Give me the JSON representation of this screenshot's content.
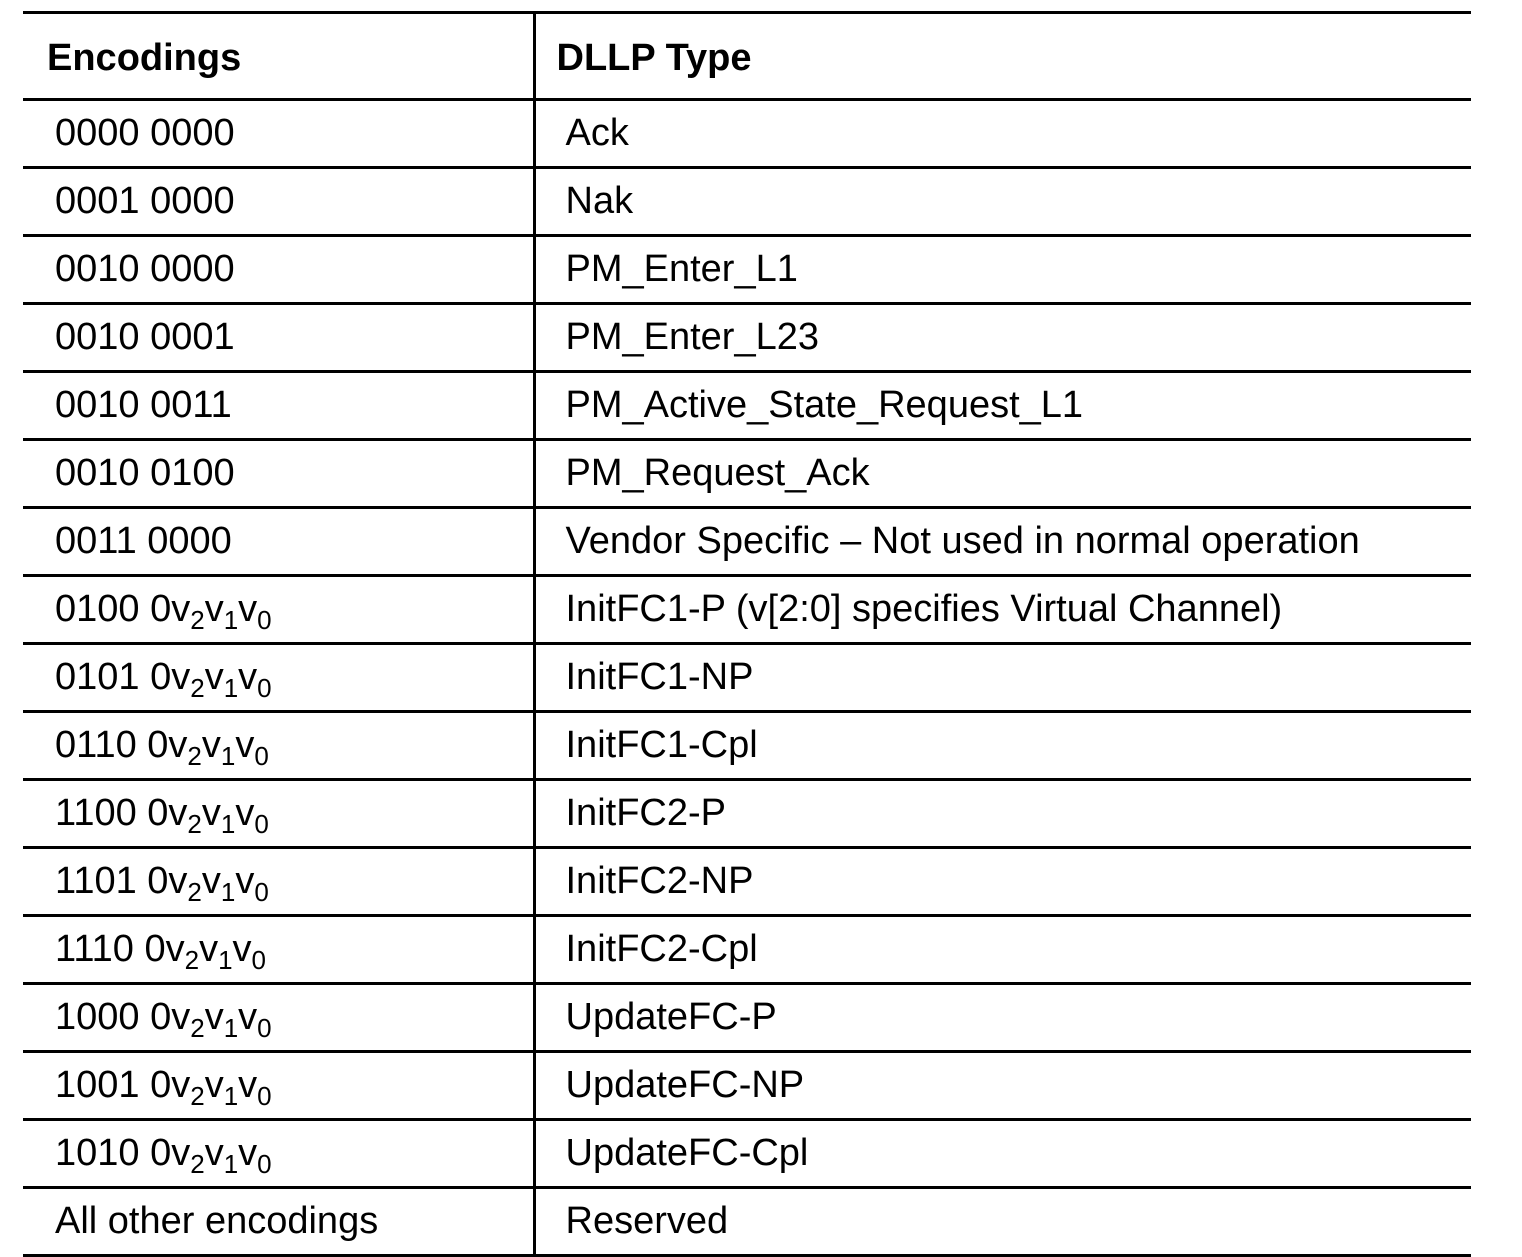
{
  "table": {
    "headers": {
      "encodings": "Encodings",
      "type": "DLLP Type"
    },
    "rows": [
      {
        "enc": "0000 0000",
        "vc": false,
        "type": "Ack"
      },
      {
        "enc": "0001 0000",
        "vc": false,
        "type": "Nak"
      },
      {
        "enc": "0010 0000",
        "vc": false,
        "type": "PM_Enter_L1"
      },
      {
        "enc": "0010 0001",
        "vc": false,
        "type": "PM_Enter_L23"
      },
      {
        "enc": "0010 0011",
        "vc": false,
        "type": "PM_Active_State_Request_L1"
      },
      {
        "enc": "0010 0100",
        "vc": false,
        "type": "PM_Request_Ack"
      },
      {
        "enc": "0011 0000",
        "vc": false,
        "type": "Vendor Specific – Not used in normal operation"
      },
      {
        "enc": "0100 0",
        "vc": true,
        "type": "InitFC1-P (v[2:0] specifies Virtual Channel)"
      },
      {
        "enc": "0101 0",
        "vc": true,
        "type": "InitFC1-NP"
      },
      {
        "enc": "0110 0",
        "vc": true,
        "type": "InitFC1-Cpl"
      },
      {
        "enc": "1100 0",
        "vc": true,
        "type": "InitFC2-P"
      },
      {
        "enc": "1101 0",
        "vc": true,
        "type": "InitFC2-NP"
      },
      {
        "enc": "1110 0",
        "vc": true,
        "type": "InitFC2-Cpl"
      },
      {
        "enc": "1000 0",
        "vc": true,
        "type": "UpdateFC-P"
      },
      {
        "enc": "1001 0",
        "vc": true,
        "type": "UpdateFC-NP"
      },
      {
        "enc": "1010 0",
        "vc": true,
        "type": "UpdateFC-Cpl"
      },
      {
        "enc": "All other encodings",
        "vc": false,
        "type": "Reserved"
      }
    ],
    "vc_bits": {
      "v": "v",
      "sub2": "2",
      "sub1": "1",
      "sub0": "0"
    }
  }
}
